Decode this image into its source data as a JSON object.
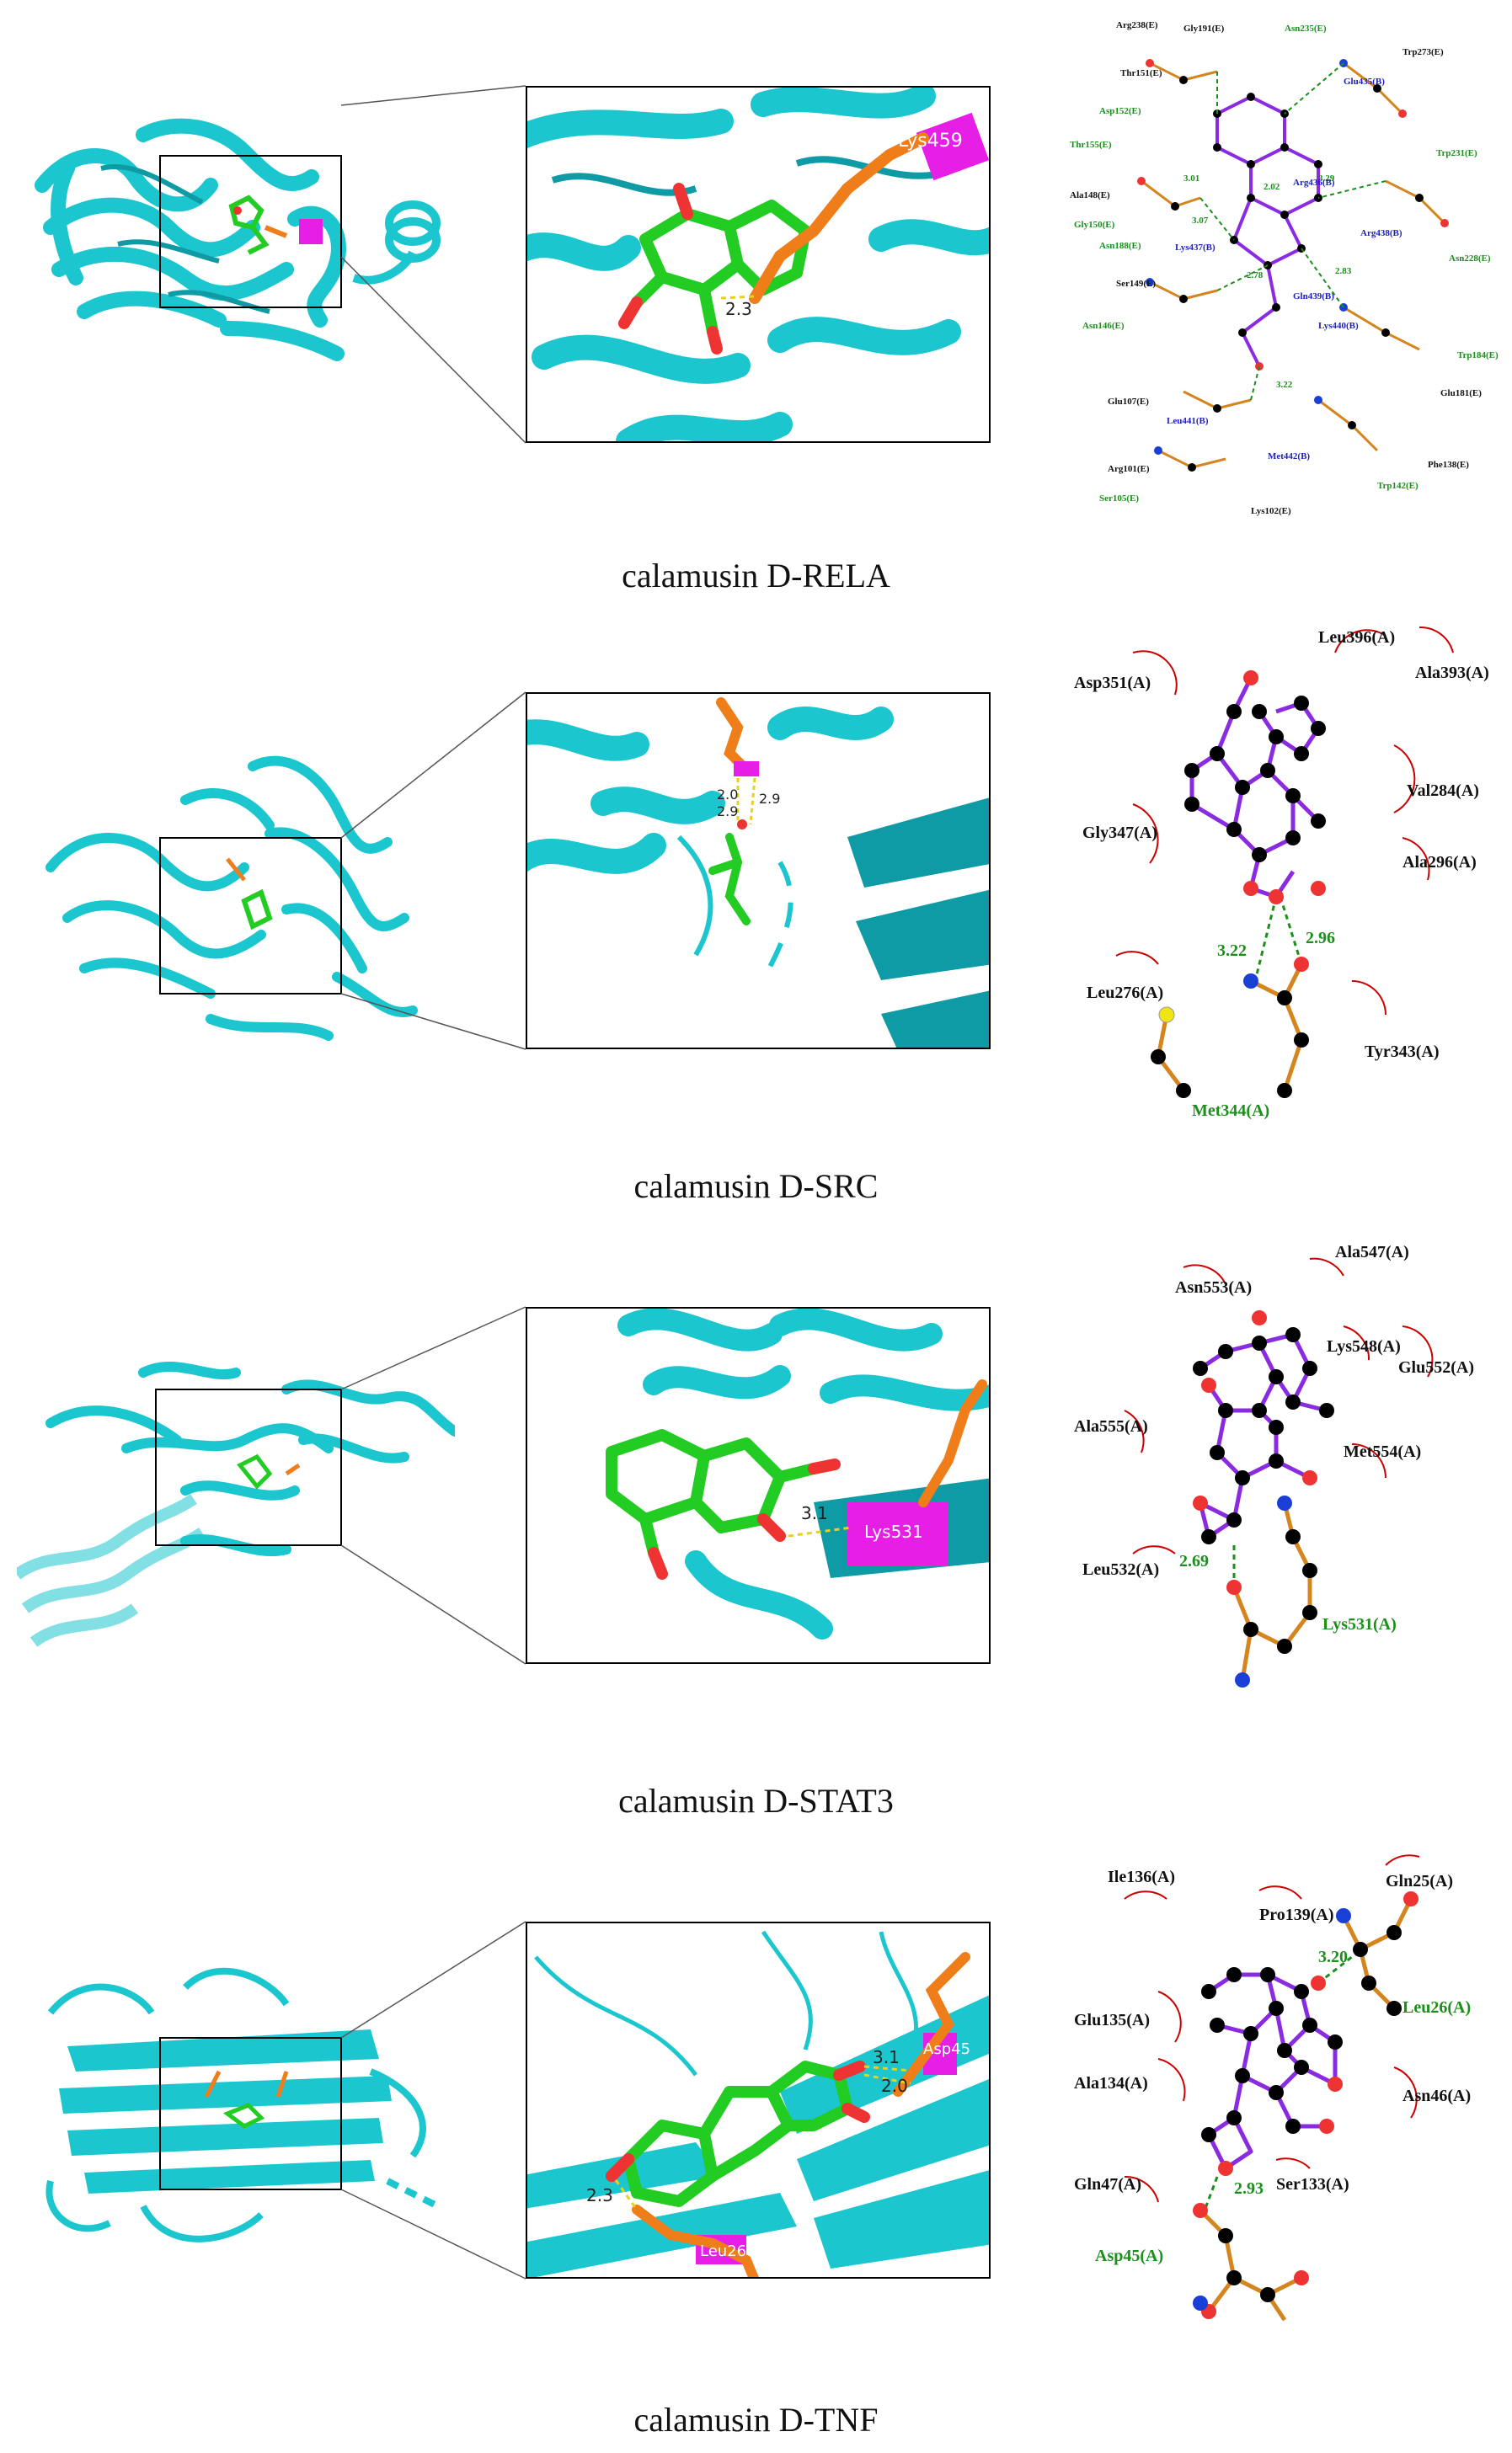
{
  "colors": {
    "protein": "#1bc6cf",
    "protein_dark": "#0f9ba6",
    "ligand": "#22cc22",
    "residue_stick": "#ee7d1a",
    "residue_highlight": "#e61ee6",
    "oxygen": "#ee3333",
    "hbond": "#e6d21a",
    "ligplot_bond": "#8a2be2",
    "ligplot_resbond": "#d4851e",
    "hydrophobic": "#cc0000",
    "hbond_label": "#1a8f1a",
    "atom": "#000000",
    "nitrogen": "#1a3fd6",
    "sulfur": "#f2e414",
    "residue_blue": "#2020c0"
  },
  "panels": [
    {
      "caption": "calamusin D-RELA",
      "zoom": {
        "residue_label": "Lys459",
        "distances": [
          "2.3"
        ]
      },
      "ligplot": {
        "hydrophobic": [
          "Arg238(E)",
          "Gly191(E)",
          "Trp273(E)",
          "Thr151(E)",
          "Ala148(E)",
          "Ser149(E)",
          "Glu107(E)",
          "Arg101(E)",
          "Lys102(E)",
          "Phe138(E)",
          "Glu181(E)"
        ],
        "hbond_green": [
          "Asn235(E)",
          "Asp152(E)",
          "Thr155(E)",
          "Gly150(E)",
          "Asn188(E)",
          "Asn146(E)",
          "Ser105(E)",
          "Trp231(E)",
          "Asn228(E)",
          "Trp184(E)",
          "Trp142(E)"
        ],
        "blue": [
          "Glu435(B)",
          "Arg436(B)",
          "Arg438(B)",
          "Lys437(B)",
          "Gln439(B)",
          "Lys440(B)",
          "Leu441(B)",
          "Met442(B)"
        ],
        "distances": [
          "3.01",
          "3.07",
          "2.02",
          "3.29",
          "2.78",
          "2.83",
          "3.22"
        ]
      }
    },
    {
      "caption": "calamusin D-SRC",
      "zoom": {
        "residue_label": "",
        "distances": [
          "2.0",
          "2.9",
          "2.9"
        ]
      },
      "ligplot": {
        "hydrophobic": [
          "Leu396(A)",
          "Ala393(A)",
          "Asp351(A)",
          "Val284(A)",
          "Gly347(A)",
          "Ala296(A)",
          "Leu276(A)",
          "Tyr343(A)"
        ],
        "hbond_residue": "Met344(A)",
        "distances": [
          "3.22",
          "2.96"
        ]
      }
    },
    {
      "caption": "calamusin D-STAT3",
      "zoom": {
        "residue_label": "Lys531",
        "distances": [
          "3.1"
        ]
      },
      "ligplot": {
        "hydrophobic": [
          "Ala547(A)",
          "Asn553(A)",
          "Lys548(A)",
          "Glu552(A)",
          "Ala555(A)",
          "Met554(A)",
          "Leu532(A)"
        ],
        "hbond_residue": "Lys531(A)",
        "distances": [
          "2.69"
        ]
      }
    },
    {
      "caption": "calamusin D-TNF",
      "zoom": {
        "residue_label": "Asp45",
        "residue_label2": "Leu26",
        "distances": [
          "3.1",
          "2.0",
          "2.3"
        ]
      },
      "ligplot": {
        "hydrophobic": [
          "Ile136(A)",
          "Pro139(A)",
          "Gln25(A)",
          "Glu135(A)",
          "Ala134(A)",
          "Asn46(A)",
          "Gln47(A)",
          "Ser133(A)"
        ],
        "hbond_residue": "Leu26(A)",
        "hbond_residue2": "Asp45(A)",
        "distances": [
          "3.20",
          "2.93"
        ]
      }
    }
  ]
}
